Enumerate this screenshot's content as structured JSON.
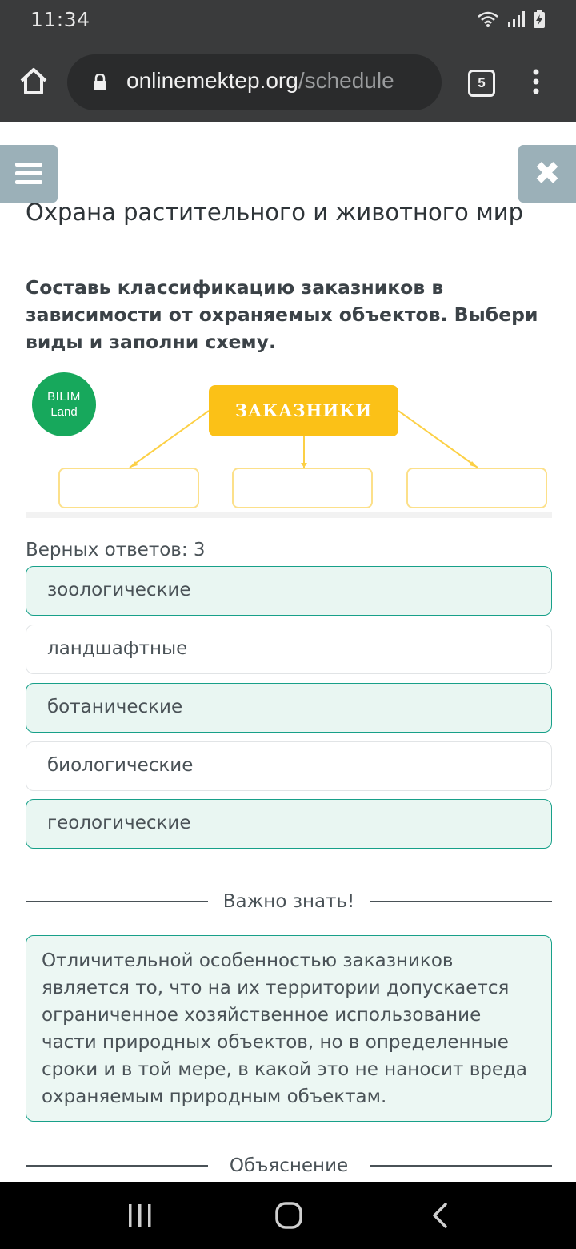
{
  "status_bar": {
    "time": "11:34"
  },
  "browser": {
    "url_host": "onlinemektep.org",
    "url_path": "/schedule",
    "tab_count": "5"
  },
  "page": {
    "title": "Охрана растительного и животного мир",
    "question": "Составь классификацию заказников в зависимости от охраняемых объектов. Выбери виды и заполни схему.",
    "diagram": {
      "logo_line1": "BILIM",
      "logo_line2": "Land",
      "main_label": "ЗАКАЗНИКИ"
    },
    "answers_count": "Верных ответов: 3",
    "options": [
      {
        "label": "зоологические",
        "selected": true
      },
      {
        "label": "ландшафтные",
        "selected": false
      },
      {
        "label": "ботанические",
        "selected": true
      },
      {
        "label": "биологические",
        "selected": false
      },
      {
        "label": "геологические",
        "selected": true
      }
    ],
    "important_heading": "Важно знать!",
    "important_text": "Отличительной особенностью заказников является то, что на их территории допускается ограниченное хозяйственное использование части природных объектов, но в определенные сроки и в той мере, в какой это не наносит вреда охраняемым природным объектам.",
    "explanation_heading": "Объяснение"
  },
  "colors": {
    "selected_border": "#17a089",
    "selected_bg": "#e9f6f2",
    "diagram_main": "#fbc117",
    "logo_green": "#17a85c"
  }
}
